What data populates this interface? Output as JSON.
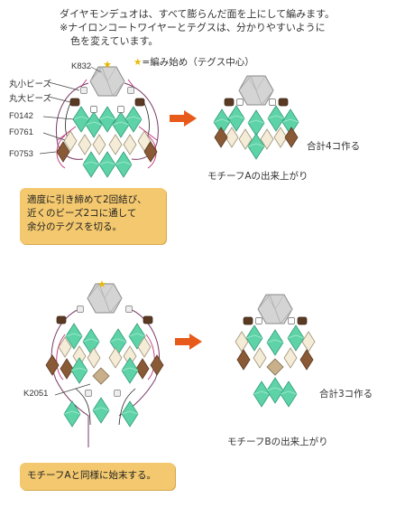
{
  "intro": [
    "ダイヤモンデュオは、すべて膨らんだ面を上にして編みます。",
    "※ナイロンコートワイヤーとテグスは、分かりやすいように",
    "色を変えています。"
  ],
  "legend": "=編み始め（テグス中心）",
  "labels": {
    "k832": "K832",
    "small_bead": "丸小ビーズ",
    "large_bead": "丸大ビーズ",
    "f0142": "F0142",
    "f0761": "F0761",
    "f0753": "F0753",
    "k2051": "K2051"
  },
  "notes": {
    "a": [
      "適度に引き締めて2回結び、",
      "近くのビーズ2コに通して",
      "余分のテグスを切る。"
    ],
    "b": "モチーフAと同様に始末する。"
  },
  "results": {
    "a_caption": "モチーフAの出来上がり",
    "a_count": "合計4コ作る",
    "b_caption": "モチーフBの出来上がり",
    "b_count": "合計3コ作る"
  },
  "colors": {
    "mint": "#5fd3a8",
    "cream": "#f4ecd6",
    "brown": "#8a5a36",
    "grey": "#c8c8c8",
    "note": "#f3c86e",
    "arrow": "#e85a1a",
    "star": "#e6b800"
  }
}
